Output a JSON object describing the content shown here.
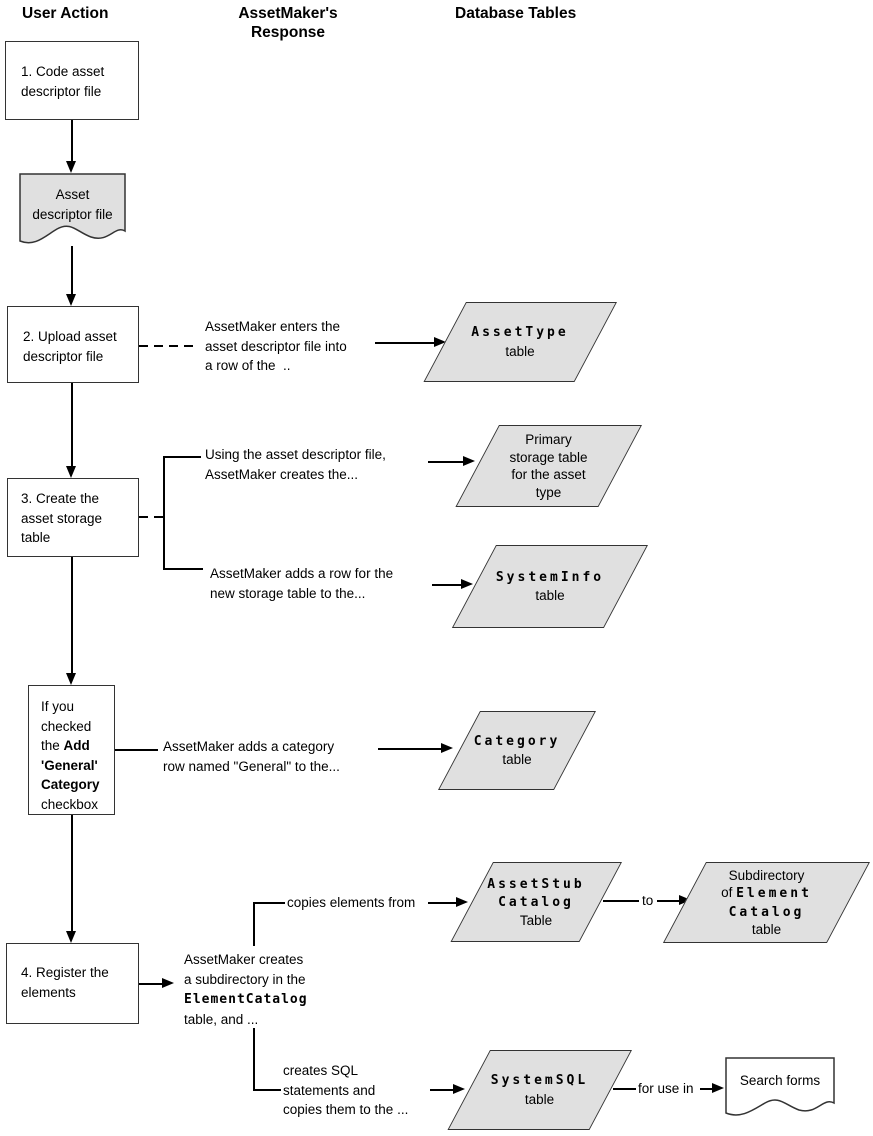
{
  "headers": {
    "user_action": "User Action",
    "assetmaker_response": "AssetMaker's Response",
    "database_tables": "Database Tables"
  },
  "boxes": {
    "step1": {
      "lines": [
        [
          {
            "t": "1. Code asset"
          }
        ],
        [
          {
            "t": "descriptor file"
          }
        ]
      ]
    },
    "step2": {
      "lines": [
        [
          {
            "t": "2. Upload asset"
          }
        ],
        [
          {
            "t": "descriptor file"
          }
        ]
      ]
    },
    "step3": {
      "lines": [
        [
          {
            "t": "3. Create the"
          }
        ],
        [
          {
            "t": "asset storage"
          }
        ],
        [
          {
            "t": "table"
          }
        ]
      ]
    },
    "conditional": {
      "lines": [
        [
          {
            "t": "If you"
          }
        ],
        [
          {
            "t": "checked"
          }
        ],
        [
          {
            "t": "the "
          },
          {
            "t": "Add",
            "b": 1
          }
        ],
        [
          {
            "t": "'General'",
            "b": 1
          }
        ],
        [
          {
            "t": "Category",
            "b": 1
          }
        ],
        [
          {
            "t": "checkbox"
          }
        ]
      ]
    },
    "step4": {
      "lines": [
        [
          {
            "t": "4. Register the"
          }
        ],
        [
          {
            "t": "elements"
          }
        ]
      ]
    }
  },
  "documents": {
    "asset_descriptor": {
      "lines": [
        [
          {
            "t": "Asset"
          }
        ],
        [
          {
            "t": "descriptor file"
          }
        ]
      ]
    },
    "search_forms": {
      "lines": [
        [
          {
            "t": "Search forms"
          }
        ]
      ]
    }
  },
  "responses": {
    "enters": {
      "lines": [
        [
          {
            "t": "AssetMaker enters the"
          }
        ],
        [
          {
            "t": "asset descriptor file into"
          }
        ],
        [
          {
            "t": "a row of the  .."
          }
        ]
      ]
    },
    "creates_storage": {
      "lines": [
        [
          {
            "t": "Using the asset descriptor file,"
          }
        ],
        [
          {
            "t": "AssetMaker creates the..."
          }
        ]
      ]
    },
    "adds_row": {
      "lines": [
        [
          {
            "t": "AssetMaker adds a row for the"
          }
        ],
        [
          {
            "t": "new storage table to the..."
          }
        ]
      ]
    },
    "adds_category": {
      "lines": [
        [
          {
            "t": "AssetMaker adds a category"
          }
        ],
        [
          {
            "t": "row named \"General\" to the..."
          }
        ]
      ]
    },
    "creates_subdir": {
      "lines": [
        [
          {
            "t": "AssetMaker creates"
          }
        ],
        [
          {
            "t": "a subdirectory in the"
          }
        ],
        [
          {
            "t": "ElementCatalog",
            "m": 1
          }
        ],
        [
          {
            "t": "table, and ..."
          }
        ]
      ]
    },
    "creates_sql": {
      "lines": [
        [
          {
            "t": "creates SQL"
          }
        ],
        [
          {
            "t": "statements and"
          }
        ],
        [
          {
            "t": "copies them to the ..."
          }
        ]
      ]
    },
    "copies_elements": "copies elements from",
    "to_label": "to",
    "for_use_in": "for  use in"
  },
  "db_tables": {
    "assettype": {
      "lines": [
        [
          {
            "t": "AssetType",
            "m": 1
          }
        ],
        [
          {
            "t": "table"
          }
        ]
      ]
    },
    "primary_storage": {
      "lines": [
        [
          {
            "t": "Primary"
          }
        ],
        [
          {
            "t": "storage table"
          }
        ],
        [
          {
            "t": "for the asset"
          }
        ],
        [
          {
            "t": "type"
          }
        ]
      ]
    },
    "systeminfo": {
      "lines": [
        [
          {
            "t": "SystemInfo",
            "m": 1
          }
        ],
        [
          {
            "t": "table"
          }
        ]
      ]
    },
    "category": {
      "lines": [
        [
          {
            "t": "Category",
            "m": 1
          }
        ],
        [
          {
            "t": "table"
          }
        ]
      ]
    },
    "assetstub": {
      "lines": [
        [
          {
            "t": "AssetStub",
            "m": 1
          }
        ],
        [
          {
            "t": "Catalog",
            "m": 1
          }
        ],
        [
          {
            "t": "Table"
          }
        ]
      ]
    },
    "subdirectory": {
      "lines": [
        [
          {
            "t": "Subdirectory"
          }
        ],
        [
          {
            "t": "of "
          },
          {
            "t": "Element",
            "m": 1
          }
        ],
        [
          {
            "t": "Catalog",
            "m": 1
          }
        ],
        [
          {
            "t": "table"
          }
        ]
      ]
    },
    "systemsql": {
      "lines": [
        [
          {
            "t": "SystemSQL",
            "m": 1
          }
        ],
        [
          {
            "t": "table"
          }
        ]
      ]
    }
  },
  "colors": {
    "shape_fill": "#e0e0e0",
    "shape_border": "#333333",
    "connector": "#000000",
    "text": "#000000",
    "background": "#ffffff"
  }
}
